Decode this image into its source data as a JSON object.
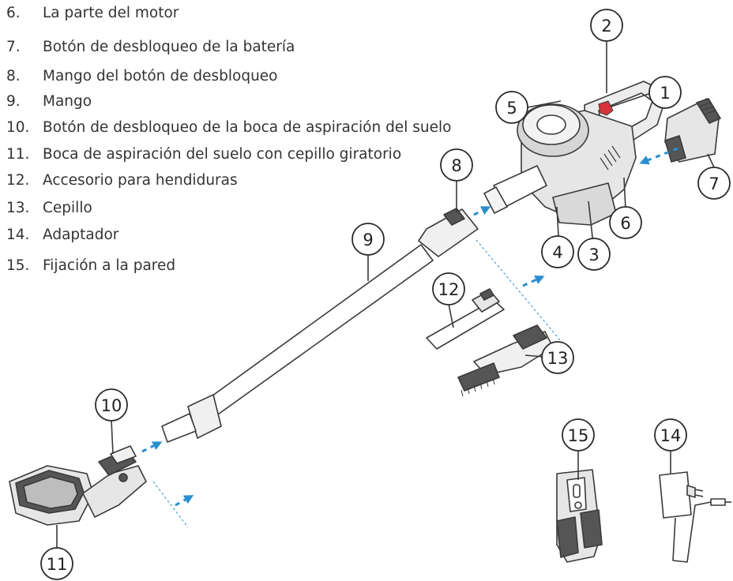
{
  "legend": [
    {
      "num": "6.",
      "text": "La parte del motor"
    },
    {
      "num": "7.",
      "text": "Botón de desbloqueo de la batería"
    },
    {
      "num": "8.",
      "text": "Mango del botón de desbloqueo"
    },
    {
      "num": "9.",
      "text": "Mango"
    },
    {
      "num": "10.",
      "text": "Botón de desbloqueo de la boca de aspiración del suelo"
    },
    {
      "num": "11.",
      "text": "Boca de aspiración del suelo con cepillo giratorio"
    },
    {
      "num": "12.",
      "text": "Accesorio para hendiduras"
    },
    {
      "num": "13.",
      "text": "Cepillo"
    },
    {
      "num": "14.",
      "text": "Adaptador"
    },
    {
      "num": "15.",
      "text": "Fijación a la pared"
    }
  ],
  "callouts": {
    "c1": "1",
    "c2": "2",
    "c3": "3",
    "c4": "4",
    "c5": "5",
    "c6": "6",
    "c7": "7",
    "c8": "8",
    "c9": "9",
    "c10": "10",
    "c11": "11",
    "c12": "12",
    "c13": "13",
    "c14": "14",
    "c15": "15"
  },
  "colors": {
    "line": "#3a3a3a",
    "body": "#e6e6e6",
    "dark": "#555555",
    "accent_red": "#d8333a",
    "arrow_blue": "#2a8fd0"
  }
}
